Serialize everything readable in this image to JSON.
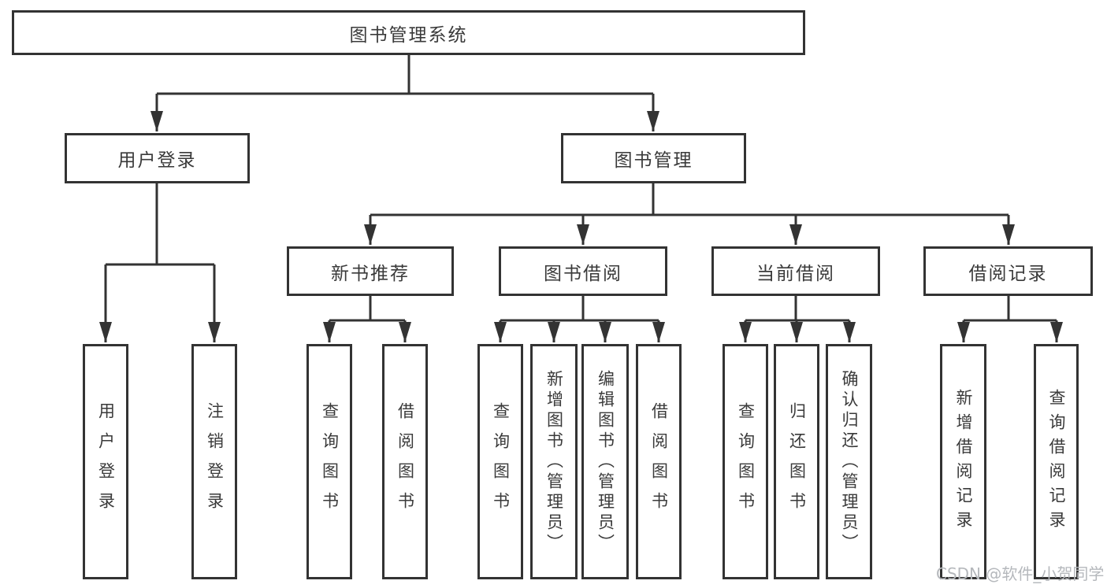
{
  "title": "图书管理系统",
  "level2": {
    "user_login": "用户登录",
    "book_mgmt": "图书管理"
  },
  "level3": {
    "new_books": "新书推荐",
    "book_borrow": "图书借阅",
    "current_borrow": "当前借阅",
    "borrow_records": "借阅记录"
  },
  "leaves": {
    "user_login": [
      "用户登录",
      "注销登录"
    ],
    "new_books": [
      "查询图书",
      "借阅图书"
    ],
    "book_borrow": [
      "查询图书",
      "新增图书（管理员）",
      "编辑图书（管理员）",
      "借阅图书"
    ],
    "current_borrow": [
      "查询图书",
      "归还图书",
      "确认归还（管理员）"
    ],
    "borrow_records": [
      "新增借阅记录",
      "查询借阅记录"
    ]
  },
  "watermark": "CSDN @软件_小贺同学",
  "colors": {
    "line": "#333333",
    "text": "#3a3a3a",
    "watermark": "#b5b8bc",
    "background": "#ffffff"
  }
}
